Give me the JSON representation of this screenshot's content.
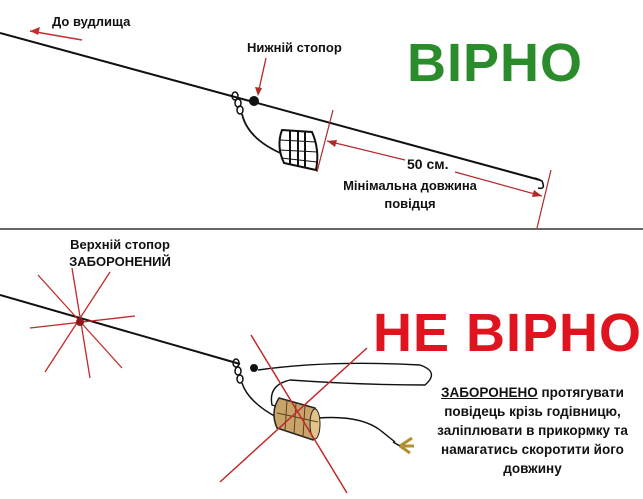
{
  "top": {
    "verdict": "ВІРНО",
    "to_rod_label": "До вудлища",
    "lower_stopper_label": "Нижній стопор",
    "distance_label": "50 см.",
    "min_length_line1": "Мінімальна довжина",
    "min_length_line2": "повідця"
  },
  "bottom": {
    "verdict": "НЕ ВІРНО",
    "upper_stopper_line1": "Верхній стопор",
    "upper_stopper_line2": "ЗАБОРОНЕНИЙ",
    "warning_emphasis": "ЗАБОРОНЕНО",
    "warning_rest_1": " протягувати",
    "warning_line2": "повідець крізь годівницю,",
    "warning_line3": "заліплювати в прикормку та",
    "warning_line4": "намагатись скоротити його",
    "warning_line5": "довжину"
  },
  "colors": {
    "correct": "#2a8c2a",
    "wrong": "#e0141e",
    "marker": "#b02a2a"
  }
}
